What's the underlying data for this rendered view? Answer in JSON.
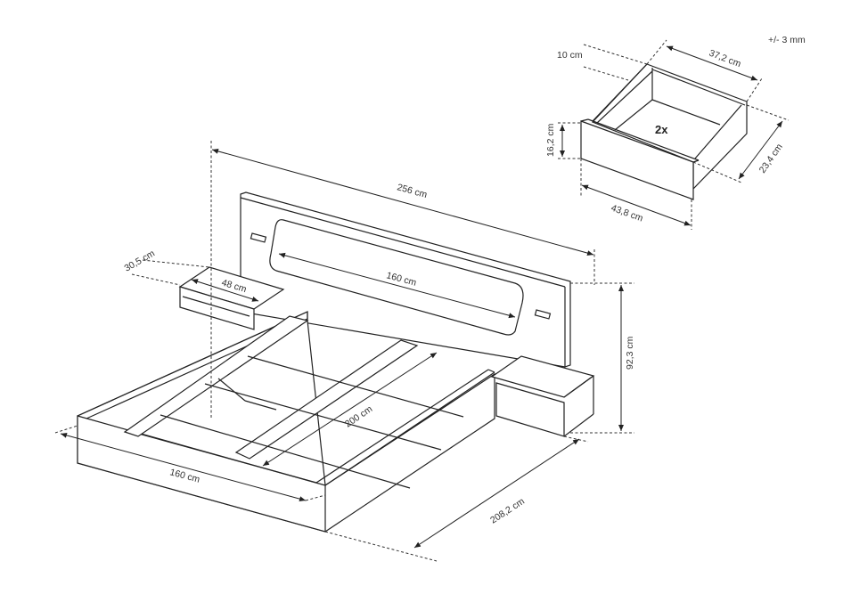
{
  "tolerance": "+/- 3 mm",
  "drawer": {
    "quantity": "2x",
    "depth_offset": "10 cm",
    "inner_width": "37,2 cm",
    "height": "16,2 cm",
    "depth": "23,4 cm",
    "front_width": "43,8 cm"
  },
  "bed": {
    "total_width": "256 cm",
    "cushion_width": "160 cm",
    "headboard_height": "92,3 cm",
    "nightstand_height": "30,5 cm",
    "nightstand_width": "48 cm",
    "mattress_length": "200 cm",
    "mattress_width": "160 cm",
    "total_length": "208,2 cm"
  }
}
